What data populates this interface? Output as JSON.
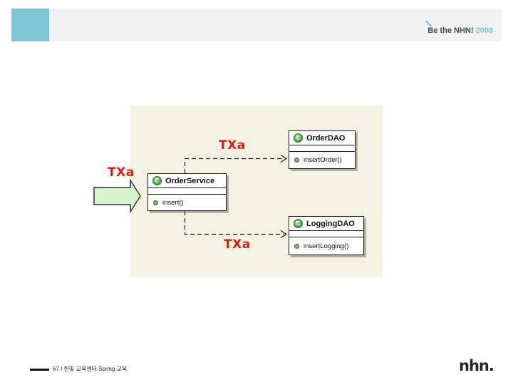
{
  "slide": {
    "slogan": {
      "prefix": "Be the NHN!",
      "year": "2008"
    },
    "footer": {
      "page_info": "67 / 한빛 교육센터 Spring 교육",
      "logo_text": "nhn."
    }
  },
  "colors": {
    "accent_blue": "#7CC5D5",
    "header_gray": "#F0F1F2",
    "panel_cream": "#F5F2E3",
    "tx_label_red": "#E3170D",
    "arrow_fill_green": "#D7F6CF",
    "box_shadow_gray": "#7D7A6C"
  },
  "diagram": {
    "classes": [
      {
        "name": "OrderService",
        "icon_letter": "C",
        "methods": [
          "insert()"
        ]
      },
      {
        "name": "OrderDAO",
        "icon_letter": "C",
        "methods": [
          "insertOrder()"
        ]
      },
      {
        "name": "LoggingDAO",
        "icon_letter": "C",
        "methods": [
          "insertLogging()"
        ]
      }
    ],
    "transaction_labels": [
      {
        "position": "above-link-to-order-dao",
        "text": "TXa"
      },
      {
        "position": "left-of-order-service",
        "text": "TXa"
      },
      {
        "position": "below-link-to-logging-dao",
        "text": "TXa"
      }
    ],
    "connections": [
      {
        "from": "OrderService",
        "to": "OrderDAO",
        "style": "dashed-open-arrow"
      },
      {
        "from": "OrderService",
        "to": "LoggingDAO",
        "style": "dashed-open-arrow"
      }
    ]
  }
}
